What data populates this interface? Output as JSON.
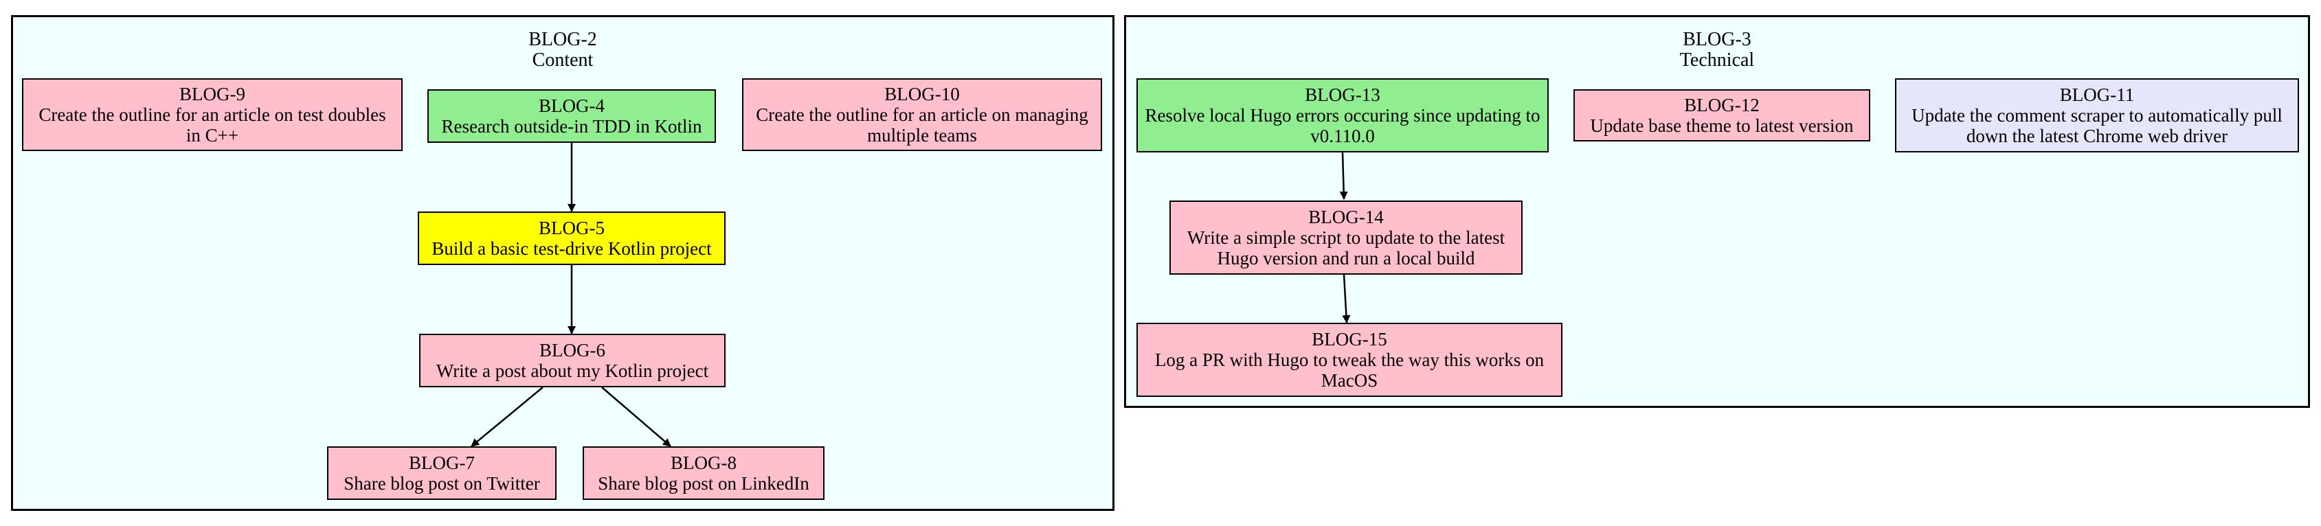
{
  "colors": {
    "cluster_bg": "#f0ffff",
    "pink": "#ffc0cb",
    "green": "#90ee90",
    "yellow": "#ffff00",
    "lavender": "#e6e6fa"
  },
  "clusters": {
    "blog2": {
      "id": "BLOG-2",
      "name": "Content"
    },
    "blog3": {
      "id": "BLOG-3",
      "name": "Technical"
    }
  },
  "nodes": {
    "blog9": {
      "id": "BLOG-9",
      "title": "Create the outline for an article on test doubles in C++",
      "color": "pink"
    },
    "blog4": {
      "id": "BLOG-4",
      "title": "Research outside-in TDD in Kotlin",
      "color": "green"
    },
    "blog10": {
      "id": "BLOG-10",
      "title": "Create the outline for an article on managing multiple teams",
      "color": "pink"
    },
    "blog5": {
      "id": "BLOG-5",
      "title": "Build a basic test-drive Kotlin project",
      "color": "yellow"
    },
    "blog6": {
      "id": "BLOG-6",
      "title": "Write a post about my Kotlin project",
      "color": "pink"
    },
    "blog7": {
      "id": "BLOG-7",
      "title": "Share blog post on Twitter",
      "color": "pink"
    },
    "blog8": {
      "id": "BLOG-8",
      "title": "Share blog post on LinkedIn",
      "color": "pink"
    },
    "blog13": {
      "id": "BLOG-13",
      "title": "Resolve local Hugo errors occuring since updating to v0.110.0",
      "color": "green"
    },
    "blog12": {
      "id": "BLOG-12",
      "title": "Update base theme to latest version",
      "color": "pink"
    },
    "blog11": {
      "id": "BLOG-11",
      "title": "Update the comment scraper to automatically pull down the latest Chrome web driver",
      "color": "lavender"
    },
    "blog14": {
      "id": "BLOG-14",
      "title": "Write a simple script to update to the latest Hugo version and run a local build",
      "color": "pink"
    },
    "blog15": {
      "id": "BLOG-15",
      "title": "Log a PR with Hugo to tweak the way this works on MacOS",
      "color": "pink"
    }
  },
  "edges": [
    {
      "from": "BLOG-4",
      "to": "BLOG-5"
    },
    {
      "from": "BLOG-5",
      "to": "BLOG-6"
    },
    {
      "from": "BLOG-6",
      "to": "BLOG-7"
    },
    {
      "from": "BLOG-6",
      "to": "BLOG-8"
    },
    {
      "from": "BLOG-13",
      "to": "BLOG-14"
    },
    {
      "from": "BLOG-14",
      "to": "BLOG-15"
    }
  ]
}
